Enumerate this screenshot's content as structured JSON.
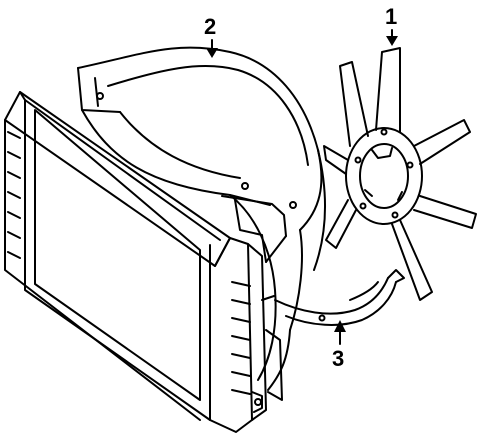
{
  "diagram": {
    "callouts": [
      {
        "id": "fan",
        "label": "1"
      },
      {
        "id": "shroud",
        "label": "2"
      },
      {
        "id": "lower-shroud",
        "label": "3"
      }
    ],
    "parts": {
      "radiator": "radiator",
      "shroud": "fan-shroud",
      "lower_shroud": "lower-fan-shroud",
      "fan": "cooling-fan"
    },
    "colors": {
      "line": "#000000",
      "background": "#ffffff"
    }
  }
}
